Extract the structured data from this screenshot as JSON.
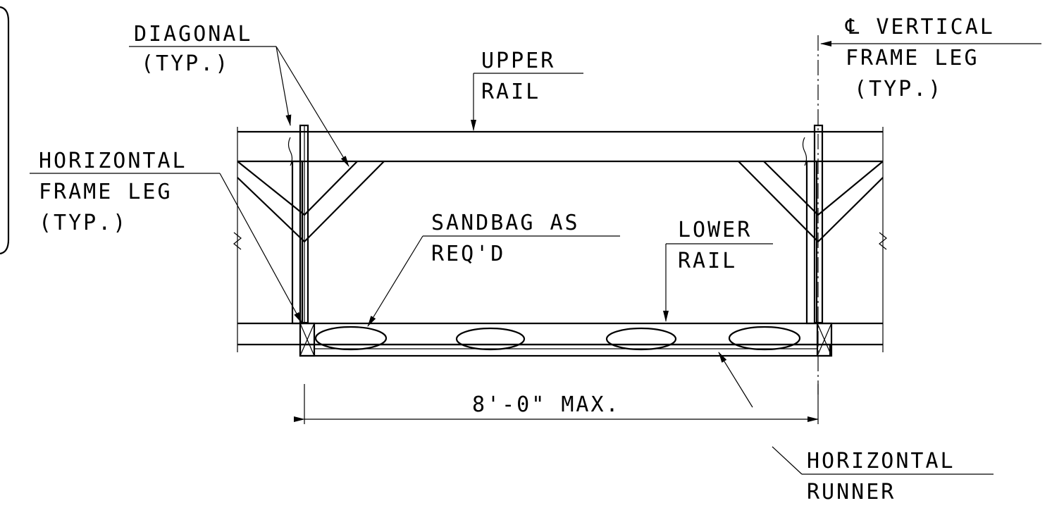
{
  "labels": {
    "diagonal": [
      "DIAGONAL",
      "(TYP.)"
    ],
    "upper_rail": [
      "UPPER",
      "RAIL"
    ],
    "vertical_frame_leg": [
      "℄ VERTICAL",
      "FRAME LEG",
      "(TYP.)"
    ],
    "horizontal_frame_leg": [
      "HORIZONTAL",
      "FRAME LEG",
      "(TYP.)"
    ],
    "sandbag": [
      "SANDBAG AS",
      "REQ'D"
    ],
    "lower_rail": [
      "LOWER",
      "RAIL"
    ],
    "dimension": "8'-0\" MAX.",
    "horizontal_runner": [
      "HORIZONTAL",
      "RUNNER"
    ]
  },
  "colors": {
    "line": "#000000",
    "background": "#ffffff"
  }
}
